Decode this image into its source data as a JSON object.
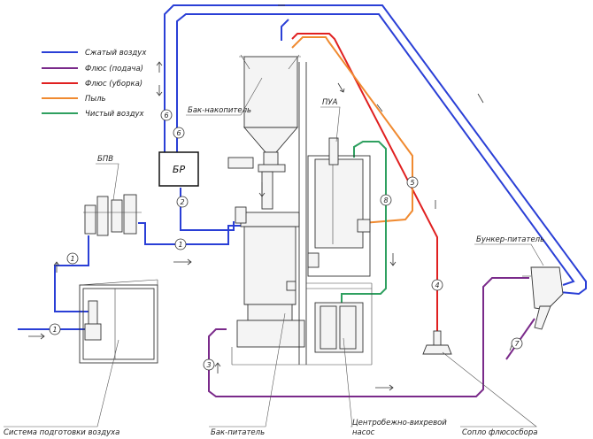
{
  "legend": [
    {
      "label": "Сжатый воздух",
      "color": "#2a3fd6"
    },
    {
      "label": "Флюс (подача)",
      "color": "#7a2a8a"
    },
    {
      "label": "Флюс (уборка)",
      "color": "#e02020"
    },
    {
      "label": "Пыль",
      "color": "#f08a30"
    },
    {
      "label": "Чистый воздух",
      "color": "#2fa060"
    }
  ],
  "labels": {
    "bpv": "БПВ",
    "br": "БР",
    "storage_tank": "Бак-накопитель",
    "pua": "ПУА",
    "hopper_feeder": "Бункер-питатель",
    "air_prep_system": "Система подготовки воздуха",
    "feeder_tank": "Бак-питатель",
    "vortex_pump_line1": "Центробежно-вихревой",
    "vortex_pump_line2": "насос",
    "flux_nozzle": "Сопло флюсосбора"
  },
  "line_numbers": {
    "n1a": "1",
    "n1b": "1",
    "n1c": "1",
    "n2": "2",
    "n3": "3",
    "n4": "4",
    "n5": "5",
    "n6a": "6",
    "n6b": "6",
    "n7": "7",
    "n8": "8"
  }
}
